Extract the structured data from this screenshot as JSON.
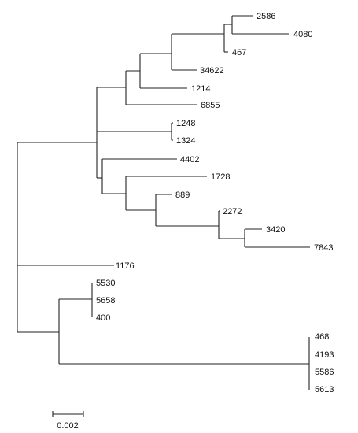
{
  "tree": {
    "leaves": [
      "2586",
      "4080",
      "467",
      "34622",
      "1214",
      "6855",
      "1248",
      "1324",
      "4402",
      "1728",
      "889",
      "2272",
      "3420",
      "7843",
      "1176",
      "5530",
      "5658",
      "400",
      "468",
      "4193",
      "5586",
      "5613"
    ]
  },
  "scale_bar": {
    "label": "0.002"
  },
  "colors": {
    "line": "#222222",
    "text": "#111111",
    "background": "#ffffff"
  }
}
